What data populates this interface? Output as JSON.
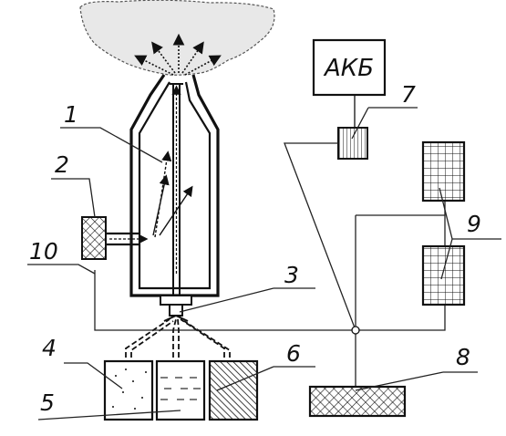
{
  "power_source": "АКБ",
  "callouts": [
    "1",
    "2",
    "3",
    "4",
    "5",
    "6",
    "7",
    "8",
    "9",
    "10"
  ],
  "colors": {
    "ink": "#111111",
    "paper": "#ffffff"
  }
}
